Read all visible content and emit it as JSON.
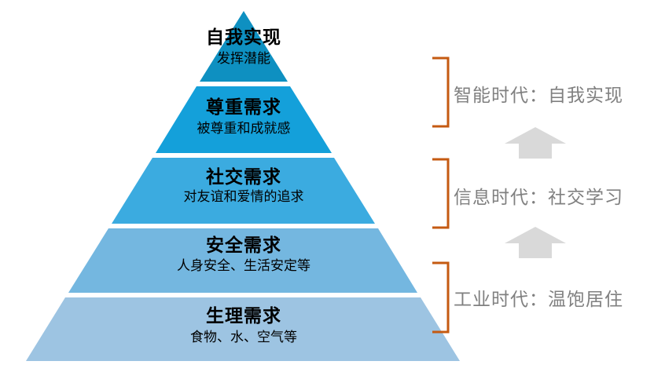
{
  "figure": {
    "levels": [
      {
        "title": "自我实现",
        "subtitle": "发挥潜能",
        "color": "#0E90C1"
      },
      {
        "title": "尊重需求",
        "subtitle": "被尊重和成就感",
        "color": "#14A0DA"
      },
      {
        "title": "社交需求",
        "subtitle": "对友谊和爱情的追求",
        "color": "#3BABE0"
      },
      {
        "title": "安全需求",
        "subtitle": "人身安全、生活安定等",
        "color": "#74B7E0"
      },
      {
        "title": "生理需求",
        "subtitle": "食物、水、空气等",
        "color": "#9DC4E2"
      }
    ],
    "annotations": [
      {
        "label": "智能时代：自我实现"
      },
      {
        "label": "信息时代：社交学习"
      },
      {
        "label": "工业时代：温饱居住"
      }
    ],
    "colors": {
      "bracket": "#C55A11",
      "annotation_text": "#808080",
      "arrow": "#D9D9D9",
      "level_text": "#000000",
      "background": "#FFFFFF"
    }
  }
}
